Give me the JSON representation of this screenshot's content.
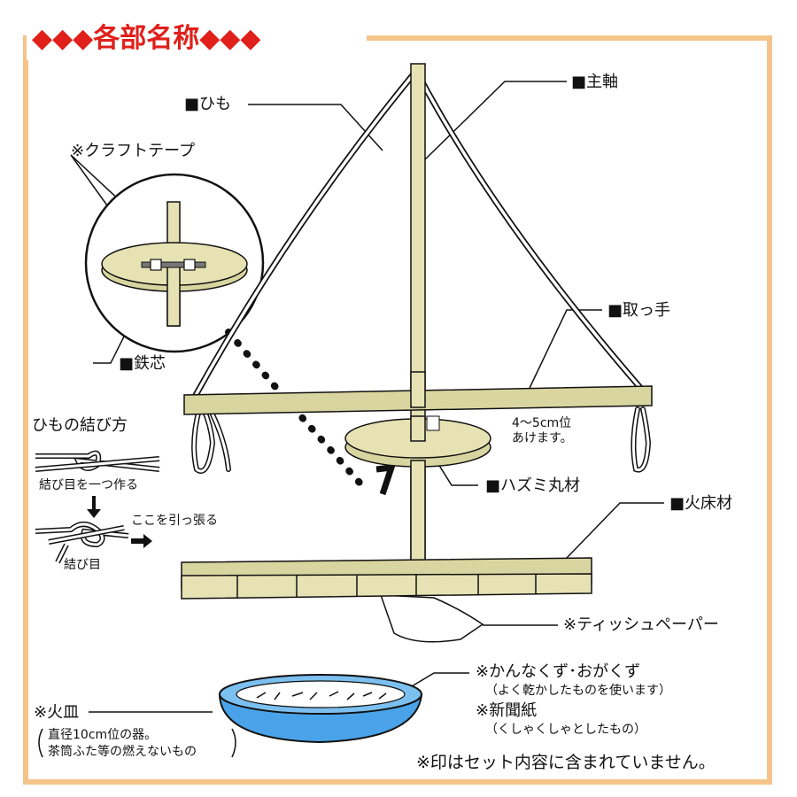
{
  "title": "◆◆◆各部名称◆◆◆",
  "parts": {
    "himo": "■ひも",
    "shujiku": "■主軸",
    "craft_tape": "※クラフトテープ",
    "tesshin": "■鉄芯",
    "totte": "■取っ手",
    "spacing": "4～5cm位",
    "spacing2": "あけます。",
    "hazumi": "■ハズミ丸材",
    "hidokozai": "■火床材",
    "tissue": "※ティッシュペーパー",
    "kanna": "※かんなくず･おがくず",
    "kanna_note": "（よく乾かしたものを使います）",
    "shinbun": "※新聞紙",
    "shinbun_note": "（くしゃくしゃとしたもの）",
    "hizara": "※火皿",
    "hizara_note1": "直径10cm位の器。",
    "hizara_note2": "茶筒ふた等の燃えないもの"
  },
  "knot": {
    "title": "ひもの結び方",
    "step1": "結び目を一つ作る",
    "pull": "ここを引っ張る",
    "knot_label": "結び目"
  },
  "footer_note": "※印はセット内容に含まれていません。",
  "colors": {
    "wood": "#e6e2b3",
    "outline": "#111111",
    "frame": "#f5c48a",
    "title": "#e0201b",
    "bowl": "#4aa3e8"
  }
}
